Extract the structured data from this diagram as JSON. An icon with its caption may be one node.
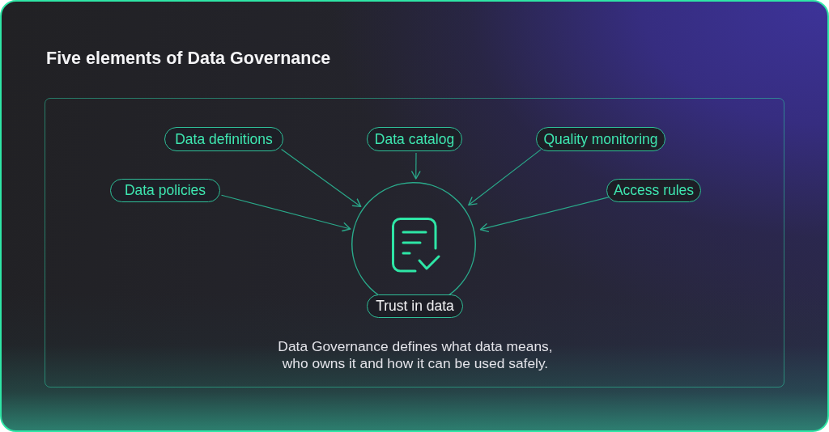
{
  "diagram": {
    "title": "Five elements of Data Governance",
    "nodes": [
      {
        "text": [
          "Data Governance defines what data means, who owns it and how it can be used safely."
        ]
      },
      {
        "text": [
          "Data definitions"
        ],
        "in": 0
      },
      {
        "text": [
          "Data catalog"
        ],
        "in": 0
      },
      {
        "text": [
          "Quality monitoring"
        ],
        "in": 0
      },
      {
        "text": [
          "Data policies"
        ],
        "in": 0
      },
      {
        "text": [
          "Access rules"
        ],
        "in": 0
      },
      {
        "text": [],
        "shape": "circle",
        "in": 0
      },
      {
        "text": [
          "Trust in data"
        ],
        "in": 0
      }
    ],
    "edges": [
      {
        "from": 1,
        "to": 6,
        "arrow": "to"
      },
      {
        "from": 2,
        "to": 6,
        "arrow": "to"
      },
      {
        "from": 3,
        "to": 6,
        "arrow": "to"
      },
      {
        "from": 4,
        "to": 6,
        "arrow": "to"
      },
      {
        "from": 5,
        "to": 6,
        "arrow": "to"
      }
    ]
  }
}
